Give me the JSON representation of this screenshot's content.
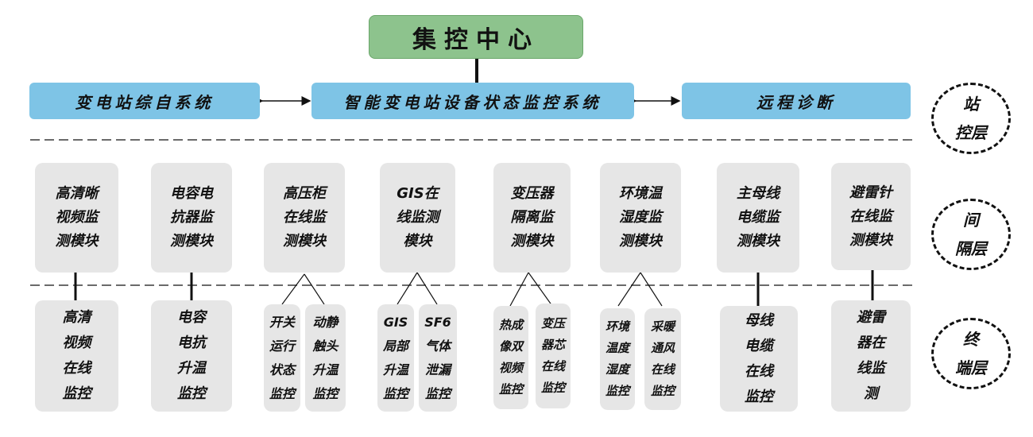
{
  "center": {
    "label": "集控中心"
  },
  "systems": {
    "left": "变电站综自系统",
    "middle": "智能变电站设备状态监控系统",
    "right": "远程诊断"
  },
  "layers": {
    "station": [
      "站",
      "控层"
    ],
    "bay": [
      "间",
      "隔层"
    ],
    "terminal": [
      "终",
      "端层"
    ]
  },
  "modules": [
    [
      "高清晰",
      "视频监",
      "测模块"
    ],
    [
      "电容电",
      "抗器监",
      "测模块"
    ],
    [
      "高压柜",
      "在线监",
      "测模块"
    ],
    [
      "GIS在",
      "线监测",
      "模块"
    ],
    [
      "变压器",
      "隔离监",
      "测模块"
    ],
    [
      "环境温",
      "湿度监",
      "测模块"
    ],
    [
      "主母线",
      "电缆监",
      "测模块"
    ],
    [
      "避雷针",
      "在线监",
      "测模块"
    ]
  ],
  "terminals": [
    [
      "高清",
      "视频",
      "在线",
      "监控"
    ],
    [
      "电容",
      "电抗",
      "升温",
      "监控"
    ],
    [
      "开关",
      "运行",
      "状态",
      "监控"
    ],
    [
      "动静",
      "触头",
      "升温",
      "监控"
    ],
    [
      "GIS",
      "局部",
      "升温",
      "监控"
    ],
    [
      "SF6",
      "气体",
      "泄漏",
      "监控"
    ],
    [
      "热成",
      "像双",
      "视频",
      "监控"
    ],
    [
      "变压",
      "器芯",
      "在线",
      "监控"
    ],
    [
      "环境",
      "温度",
      "湿度",
      "监控"
    ],
    [
      "采暖",
      "通风",
      "在线",
      "监控"
    ],
    [
      "母线",
      "电缆",
      "在线",
      "监控"
    ],
    [
      "避雷",
      "器在",
      "线监",
      "测"
    ]
  ]
}
